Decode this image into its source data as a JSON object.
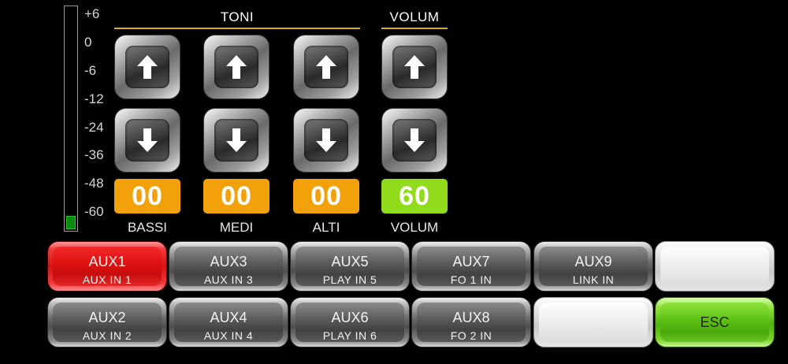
{
  "meter": {
    "scale": [
      "+6",
      "0",
      "-6",
      "-12",
      "-24",
      "-36",
      "-48",
      "-60"
    ],
    "level_fraction": 0.06,
    "fill_color": "#0b8a12"
  },
  "sections": {
    "toni": "TONI",
    "volum": "VOLUM",
    "line_color": "#d9b21f"
  },
  "controls": [
    {
      "label": "BASSI",
      "value": "00",
      "color": "#f2a10a"
    },
    {
      "label": "MEDI",
      "value": "00",
      "color": "#f2a10a"
    },
    {
      "label": "ALTI",
      "value": "00",
      "color": "#f2a10a"
    },
    {
      "label": "VOLUM",
      "value": "60",
      "color": "#8fdb1c"
    }
  ],
  "icons": {
    "up": "arrow-up-icon",
    "down": "arrow-down-icon"
  },
  "aux_buttons": [
    {
      "name": "AUX1",
      "input": "AUX IN 1",
      "state": "active",
      "active_color": "#e01212"
    },
    {
      "name": "AUX3",
      "input": "AUX IN 3"
    },
    {
      "name": "AUX5",
      "input": "PLAY IN 5"
    },
    {
      "name": "AUX7",
      "input": "FO 1 IN"
    },
    {
      "name": "AUX9",
      "input": "LINK IN"
    },
    {
      "name": "AUX2",
      "input": "AUX IN 2"
    },
    {
      "name": "AUX4",
      "input": "AUX IN 4"
    },
    {
      "name": "AUX6",
      "input": "PLAY IN 6"
    },
    {
      "name": "AUX8",
      "input": "FO 2 IN"
    }
  ],
  "esc": {
    "label": "ESC",
    "color": "#5cc014"
  }
}
